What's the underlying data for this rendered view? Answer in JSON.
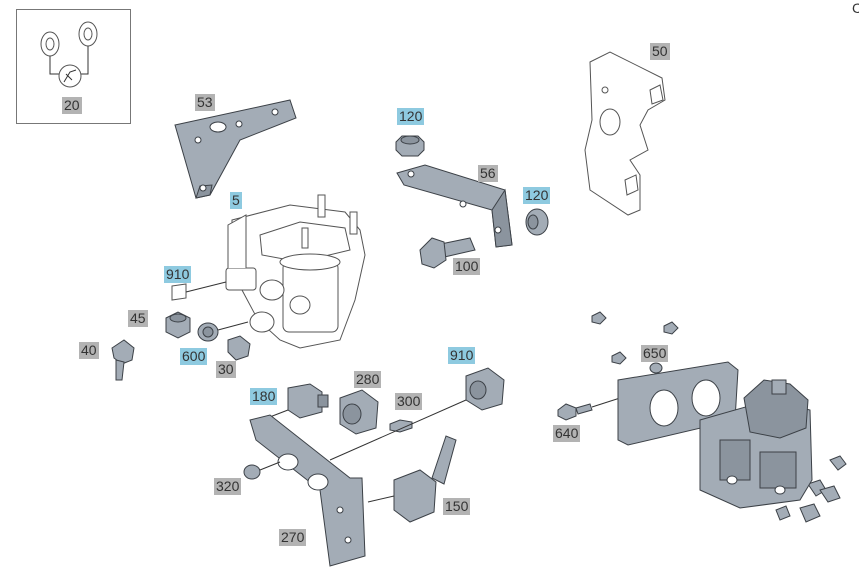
{
  "colors": {
    "part_fill": "#a3acb6",
    "part_stroke": "#3c4147",
    "outline_stroke": "#555555",
    "callout_gray": "#b3b3b3",
    "callout_blue": "#8ecae0"
  },
  "corner_text": "C",
  "callouts": [
    {
      "id": "c20",
      "label": "20",
      "style": "gray"
    },
    {
      "id": "c53",
      "label": "53",
      "style": "gray"
    },
    {
      "id": "c5",
      "label": "5",
      "style": "blue"
    },
    {
      "id": "c120a",
      "label": "120",
      "style": "blue"
    },
    {
      "id": "c56",
      "label": "56",
      "style": "gray"
    },
    {
      "id": "c120b",
      "label": "120",
      "style": "blue"
    },
    {
      "id": "c50",
      "label": "50",
      "style": "gray"
    },
    {
      "id": "c100",
      "label": "100",
      "style": "gray"
    },
    {
      "id": "c910a",
      "label": "910",
      "style": "blue"
    },
    {
      "id": "c45",
      "label": "45",
      "style": "gray"
    },
    {
      "id": "c40",
      "label": "40",
      "style": "gray"
    },
    {
      "id": "c600",
      "label": "600",
      "style": "blue"
    },
    {
      "id": "c30",
      "label": "30",
      "style": "gray"
    },
    {
      "id": "c910b",
      "label": "910",
      "style": "blue"
    },
    {
      "id": "c280",
      "label": "280",
      "style": "gray"
    },
    {
      "id": "c180",
      "label": "180",
      "style": "blue"
    },
    {
      "id": "c300",
      "label": "300",
      "style": "gray"
    },
    {
      "id": "c650",
      "label": "650",
      "style": "gray"
    },
    {
      "id": "c640",
      "label": "640",
      "style": "gray"
    },
    {
      "id": "c320",
      "label": "320",
      "style": "gray"
    },
    {
      "id": "c150",
      "label": "150",
      "style": "gray"
    },
    {
      "id": "c270",
      "label": "270",
      "style": "gray"
    }
  ]
}
